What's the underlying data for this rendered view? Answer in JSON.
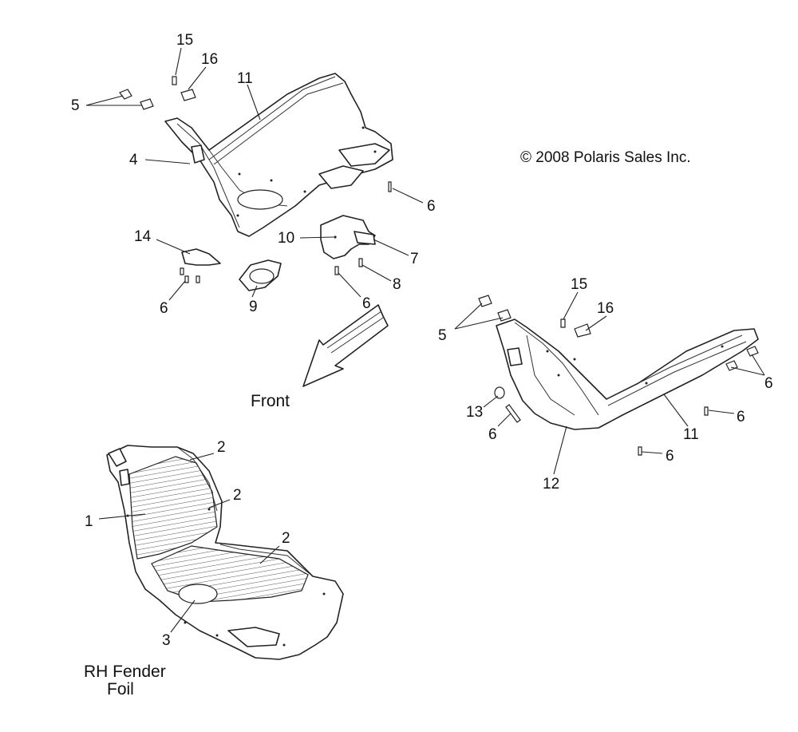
{
  "copyright": "© 2008 Polaris Sales Inc.",
  "front_label": "Front",
  "assembly_title_line1": "RH Fender",
  "assembly_title_line2": "Foil",
  "callouts": {
    "c1": "1",
    "c2a": "2",
    "c2b": "2",
    "c2c": "2",
    "c3": "3",
    "c4": "4",
    "c5a": "5",
    "c5b": "5",
    "c6a": "6",
    "c6b": "6",
    "c6c": "6",
    "c6d": "6",
    "c6e": "6",
    "c6f": "6",
    "c6g": "6",
    "c7": "7",
    "c8": "8",
    "c9": "9",
    "c10": "10",
    "c11a": "11",
    "c11b": "11",
    "c12": "12",
    "c13": "13",
    "c14": "14",
    "c15a": "15",
    "c15b": "15",
    "c16a": "16",
    "c16b": "16"
  }
}
